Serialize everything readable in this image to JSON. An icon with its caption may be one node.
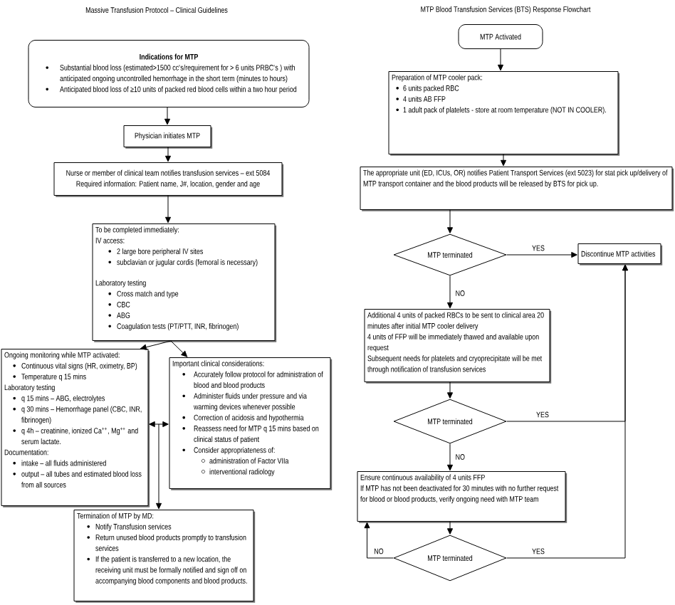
{
  "diagram": {
    "nodes": [
      {
        "text": [
          "Indications for MTP",
          "Substantial blood loss (estimated>1500 cc's/requirement for > 6 units PRBC's ) with anticipated ongoing uncontrolled hemorrhage in the short term (minutes to hours)",
          "Anticipated blood loss of ≥10 units of packed red blood cells within a two hour period"
        ]
      },
      {
        "text": [
          "Physician initiates MTP"
        ]
      },
      {
        "text": [
          "Nurse or member of clinical team notifies transfusion services – ext 5084",
          "Required information: Patient name, J#, location, gender and age"
        ]
      },
      {
        "text": [
          "To be completed immediately:",
          "IV access:",
          "2 large bore peripheral IV sites",
          "subclavian or jugular cordis (femoral is necessary)",
          "Laboratory testing",
          "Cross match and type",
          "CBC",
          "ABG",
          "Coagulation tests (PT/PTT, INR, fibrinogen)"
        ]
      },
      {
        "text": [
          "Ongoing monitoring while MTP activated:",
          "Continuous vital signs (HR, oximetry, BP)",
          "Temperature q 15 mins",
          "Laboratory testing",
          "q 15 mins – ABG, electrolytes",
          "q 30 mins – Hemorrhage panel (CBC, INR, fibrinogen)",
          "q 4h – creatinine, ionized Ca$^{++}$, Mg$^{++}$ and serum lactate.",
          "Documentation:",
          "intake – all fluids administered",
          "output – all tubes and estimated blood loss from all sources"
        ]
      },
      {
        "text": [
          "Important clinical considerations:",
          "Accurately follow protocol for administration of blood and blood products",
          "Administer fluids under pressure and via warming devices whenever possible",
          "Correction of acidosis and hypothermia",
          "Reassess need for MTP q 15 mins based on clinical status of patient",
          "Consider appropriateness of:",
          "administration of Factor VIIa",
          "interventional radiology"
        ]
      },
      {
        "text": [
          "Termination of MTP by MD:",
          "Notify Transfusion services",
          "Return unused blood products promptly to transfusion services",
          "If the patient is transferred to a new location, the receiving unit must be formally notified and sign off on accompanying blood components and blood products."
        ]
      },
      {
        "text": [
          "MTP Activated"
        ]
      },
      {
        "text": [
          "Preparation of MTP cooler pack:",
          "6 units packed RBC",
          "4 units AB FFP",
          "1 adult pack of platelets - store at room temperature (NOT IN COOLER)."
        ]
      },
      {
        "text": [
          "The appropriate unit (ED, ICUs, OR) notifies Patient Transport Services (ext 5023) for stat pick up/delivery of MTP transport container and the blood products will be released by BTS for pick up."
        ]
      },
      {
        "text": [
          "MTP terminated"
        ]
      },
      {
        "text": [
          "Discontinue MTP activities"
        ]
      },
      {
        "text": [
          "Additional 4 units of packed RBCs to be sent to clinical area 20 minutes after initial MTP cooler delivery",
          "4 units of FFP will be immediately thawed and available upon request",
          "Subsequent needs for platelets and cryoprecipitate will be met through notification of transfusion services"
        ]
      },
      {
        "text": [
          "MTP terminated"
        ]
      },
      {
        "text": [
          "Ensure continuous availability of 4 units FFP",
          "If MTP has not been deactivated for 30 minutes with no further request for blood or blood products, verify ongoing need with MTP team"
        ]
      },
      {
        "text": [
          "MTP terminated"
        ]
      }
    ],
    "edges": [
      {
        "from": 0,
        "to": 1,
        "arrow": "to"
      },
      {
        "from": 1,
        "to": 2,
        "arrow": "to"
      },
      {
        "from": 2,
        "to": 3,
        "arrow": "to"
      },
      {
        "from": 3,
        "to": 4,
        "arrow": "to"
      },
      {
        "from": 3,
        "to": 5,
        "arrow": "to"
      },
      {
        "from": 4,
        "to": 5,
        "arrow": "both"
      },
      {
        "from": 4,
        "to": 6,
        "arrow": "to"
      },
      {
        "from": 5,
        "to": 6,
        "arrow": "to"
      },
      {
        "from": 7,
        "to": 8,
        "arrow": "to"
      },
      {
        "from": 8,
        "to": 9,
        "arrow": "to"
      },
      {
        "from": 9,
        "to": 10,
        "arrow": "to"
      },
      {
        "from": 10,
        "to": 11,
        "arrow": "to",
        "label": "YES"
      },
      {
        "from": 10,
        "to": 12,
        "arrow": "to",
        "label": "NO"
      },
      {
        "from": 12,
        "to": 13,
        "arrow": "to"
      },
      {
        "from": 13,
        "to": 11,
        "arrow": "to",
        "label": "YES"
      },
      {
        "from": 13,
        "to": 14,
        "arrow": "to",
        "label": "NO"
      },
      {
        "from": 14,
        "to": 15,
        "arrow": "to"
      },
      {
        "from": 15,
        "to": 14,
        "arrow": "to",
        "label": "NO"
      },
      {
        "from": 15,
        "to": 11,
        "arrow": "to",
        "label": "YES"
      }
    ],
    "labels": [
      "Massive Transfusion Protocol – Clinical Guidelines",
      "MTP Blood Transfusion Services (BTS) Response Flowchart"
    ]
  }
}
